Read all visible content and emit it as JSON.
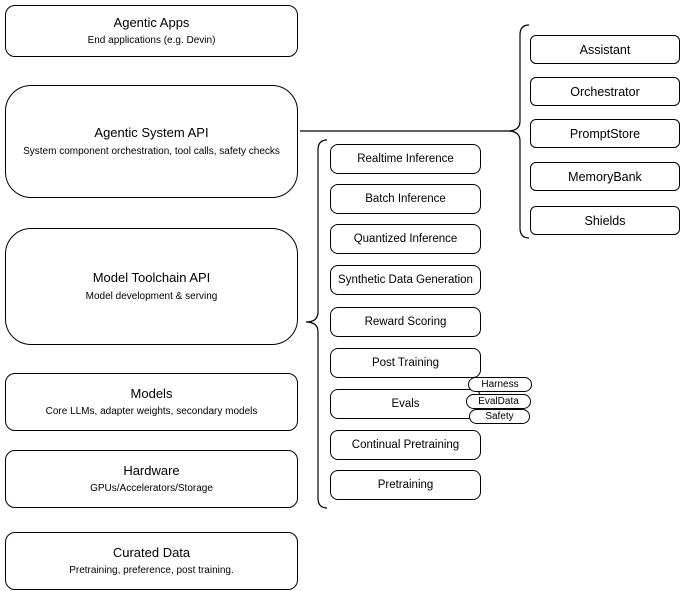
{
  "colors": {
    "stroke": "#000000",
    "background": "#ffffff"
  },
  "left": [
    {
      "title": "Agentic Apps",
      "subtitle": "End applications (e.g. Devin)"
    },
    {
      "title": "Agentic System API",
      "subtitle": "System component orchestration, tool calls, safety checks"
    },
    {
      "title": "Model Toolchain API",
      "subtitle": "Model development & serving"
    },
    {
      "title": "Models",
      "subtitle": "Core LLMs, adapter weights, secondary models"
    },
    {
      "title": "Hardware",
      "subtitle": "GPUs/Accelerators/Storage"
    },
    {
      "title": "Curated Data",
      "subtitle": "Pretraining, preference, post training."
    }
  ],
  "middle": [
    "Realtime Inference",
    "Batch Inference",
    "Quantized Inference",
    "Synthetic Data Generation",
    "Reward Scoring",
    "Post Training",
    "Evals",
    "Continual Pretraining",
    "Pretraining"
  ],
  "tags": [
    "Harness",
    "EvalData",
    "Safety"
  ],
  "right": [
    "Assistant",
    "Orchestrator",
    "PromptStore",
    "MemoryBank",
    "Shields"
  ]
}
